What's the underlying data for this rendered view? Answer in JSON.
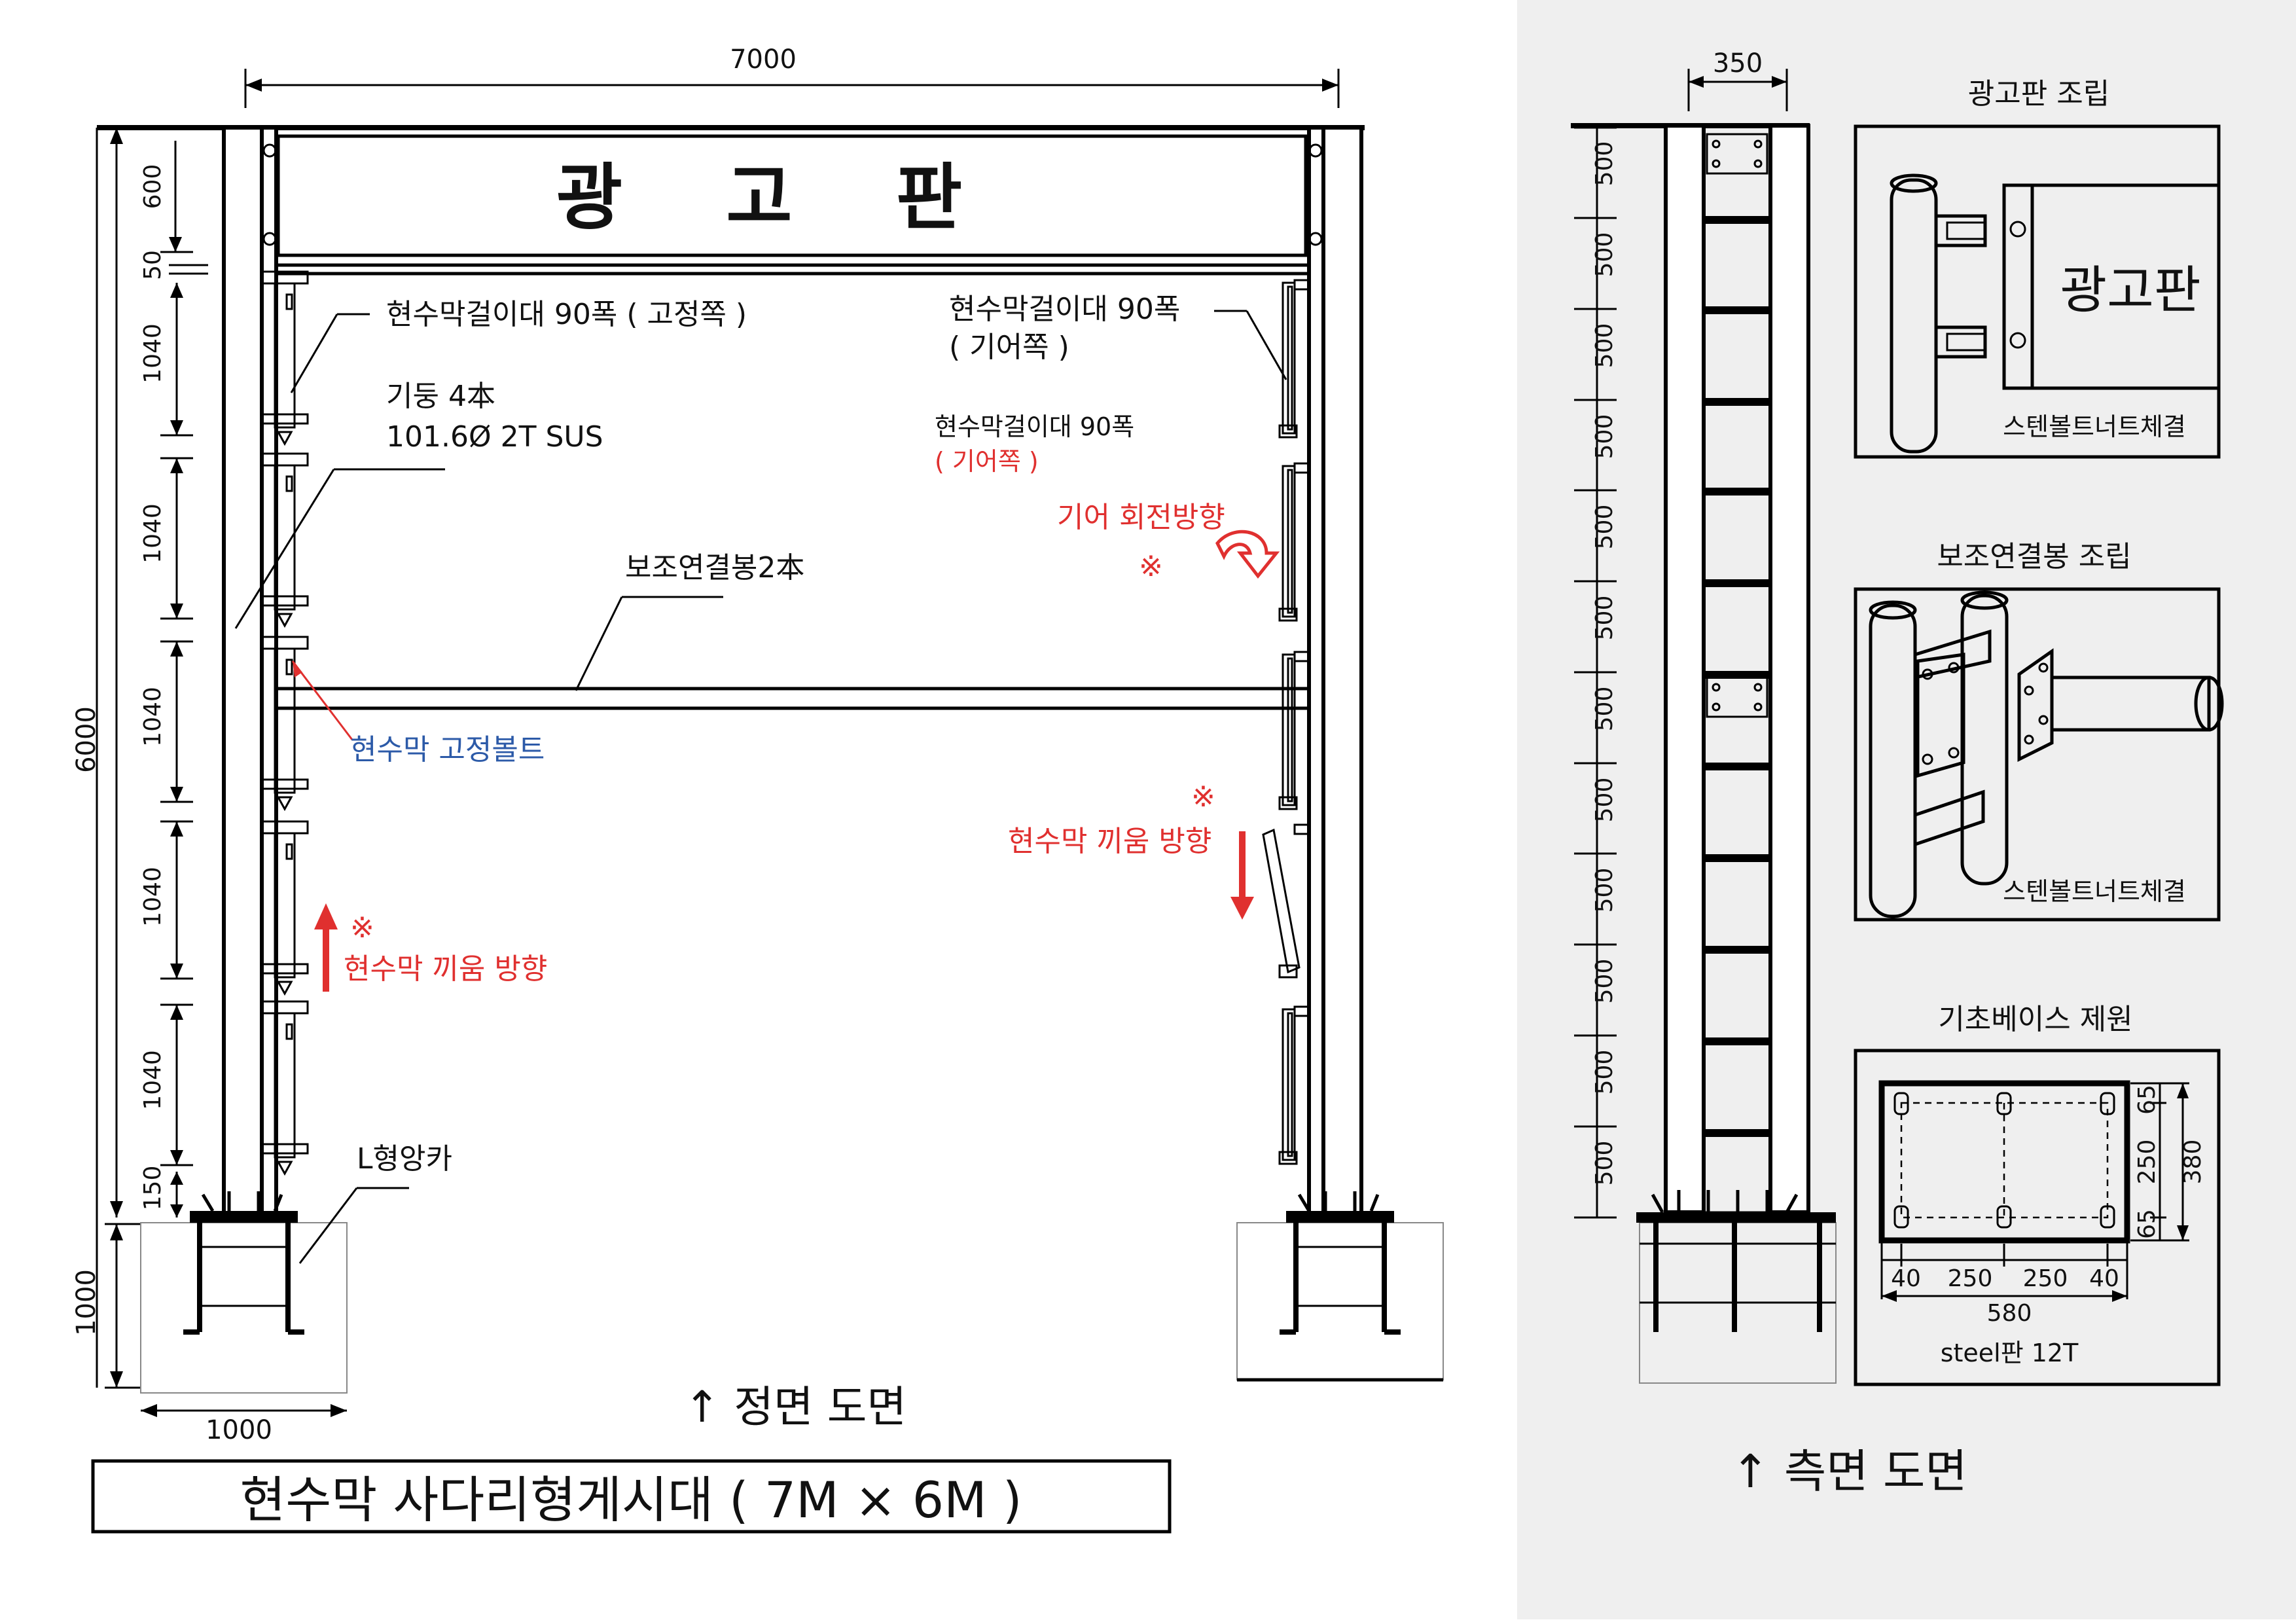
{
  "front": {
    "top_width": "7000",
    "sign_text": "광 고 판",
    "dims_left": [
      "600",
      "50",
      "1040",
      "1040",
      "1040",
      "1040",
      "1040",
      "150"
    ],
    "total_height": "6000",
    "base_height": "1000",
    "base_width": "1000",
    "label_fixed_side": "현수막걸이대 90폭 ( 고정쪽 )",
    "label_post_line1": "기둥 4本",
    "label_post_line2": "101.6Ø 2T SUS",
    "label_gear_side_line1": "현수막걸이대 90폭",
    "label_gear_side_line2": "( 기어쪽 )",
    "label_gear_small_line1": "현수막걸이대 90폭",
    "label_gear_small_line2": "( 기어쪽 )",
    "label_gear_rotation": "기어 회전방향",
    "label_aux_bar": "보조연결봉2本",
    "label_fix_bolt": "현수막 고정볼트",
    "label_insert_dir_right": "현수막 끼움 방향",
    "label_insert_dir_left": "현수막 끼움 방향",
    "mark": "※",
    "label_anchor": "L형앙카",
    "view_caption": "↑ 정면 도면",
    "title": "현수막 사다리형게시대 ( 7M × 6M )"
  },
  "side": {
    "width": "350",
    "dims": [
      "500",
      "500",
      "500",
      "500",
      "500",
      "500",
      "500",
      "500",
      "500",
      "500",
      "500",
      "500"
    ],
    "view_caption": "↑ 측면 도면"
  },
  "details": {
    "sign_assembly_title": "광고판 조립",
    "sign_assembly_text": "광고판",
    "sign_assembly_note": "스텐볼트너트체결",
    "aux_assembly_title": "보조연결봉 조립",
    "aux_assembly_note": "스텐볼트너트체결",
    "base_title": "기초베이스 제원",
    "base_dims_bottom": [
      "40",
      "250",
      "250",
      "40"
    ],
    "base_total_width": "580",
    "base_dims_right": [
      "65",
      "250",
      "65"
    ],
    "base_total_height": "380",
    "base_material": "steel판 12T"
  },
  "colors": {
    "accent_red": "#e0302f",
    "accent_blue": "#2c5aa8",
    "panel_gray": "#efefef"
  }
}
